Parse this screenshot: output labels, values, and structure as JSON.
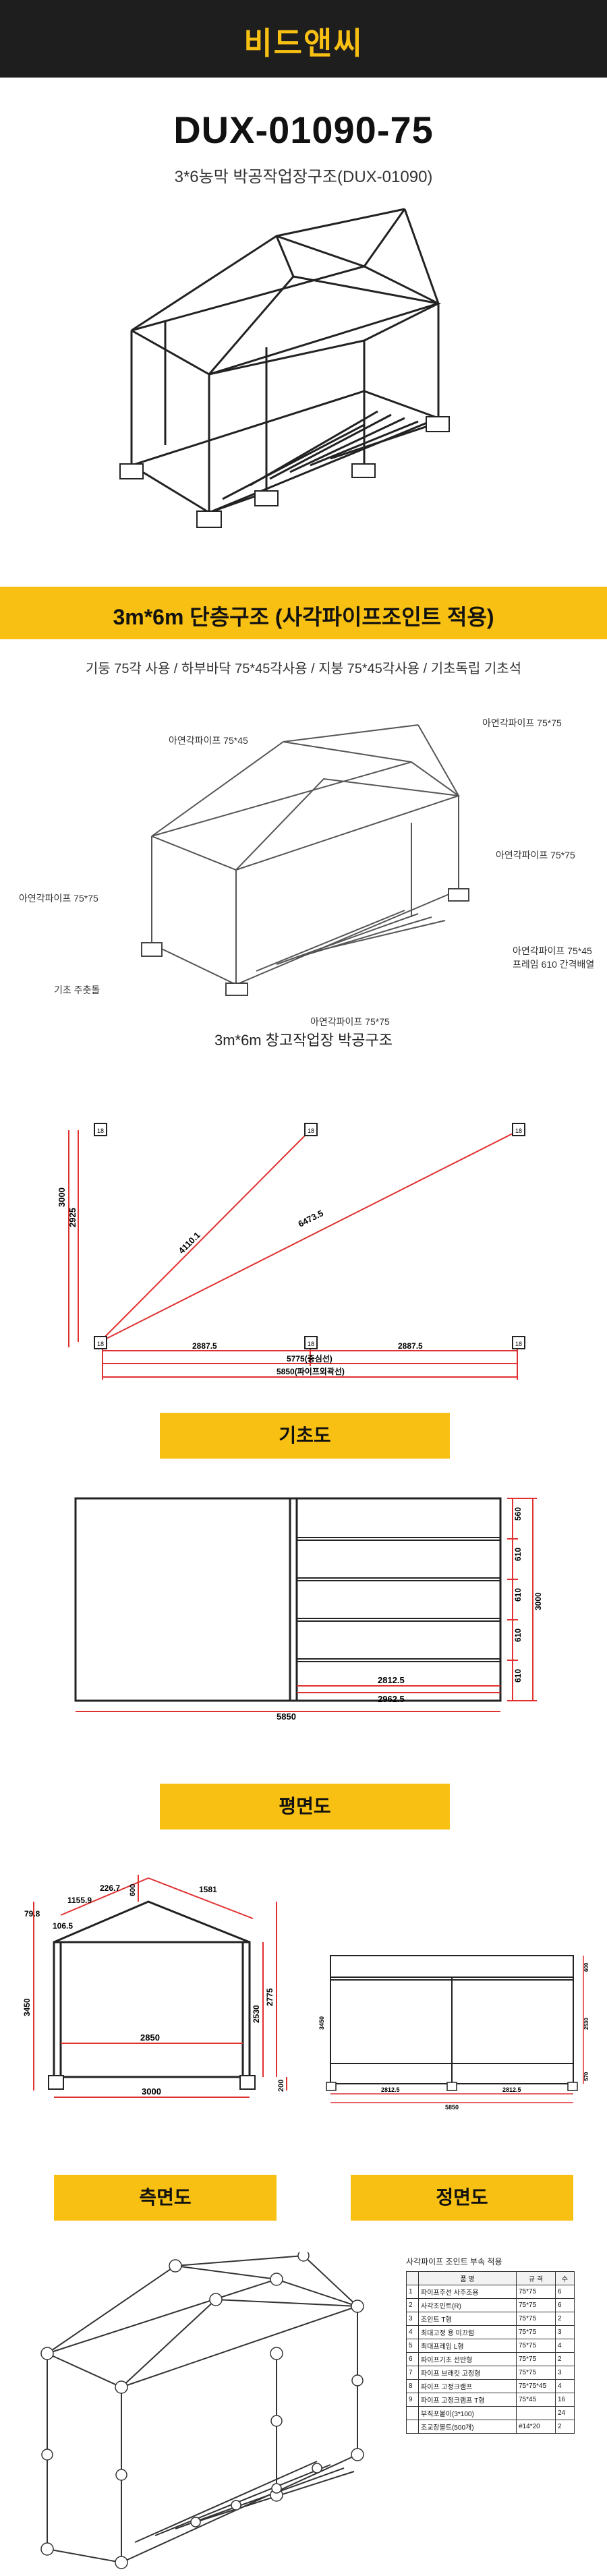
{
  "brand": {
    "logo": "비드앤씨"
  },
  "product": {
    "model": "DUX-01090-75",
    "subtitle": "3*6농막 박공작업장구조(DUX-01090)"
  },
  "banner": {
    "title": "3m*6m 단층구조 (사각파이프조인트 적용)"
  },
  "spec": "기둥 75각 사용 / 하부바닥 75*45각사용 / 지붕 75*45각사용 / 기초독립 기초석",
  "iso_labels": {
    "roof_left": "아연각파이프 75*45",
    "roof_right": "아연각파이프 75*75",
    "side_right": "아연각파이프 75*75",
    "left": "아연각파이프 75*75",
    "floor_1": "아연각파이프 75*45",
    "floor_2": "프레임 610 간격배열",
    "base": "기초 주춧돌",
    "bottom": "아연각파이프 75*75"
  },
  "caption": "3m*6m 창고작업장 박공구조",
  "foundation": {
    "dims": {
      "h1": "3000",
      "h2": "2925",
      "diag1": "4110.1",
      "diag2": "6473.5",
      "w1": "2887.5",
      "w2": "2887.5",
      "w_center": "5775(중심선)",
      "w_outer": "5850(파이프외곽선)"
    },
    "post_label": "18",
    "title": "기초도"
  },
  "plan": {
    "dims": {
      "r1": "560",
      "r2": "610",
      "r3": "610",
      "r4": "610",
      "r5": "610",
      "r_total": "3000",
      "inner": "2812.5",
      "inner2": "2962.5",
      "total": "5850"
    },
    "title": "평면도"
  },
  "side": {
    "dims": {
      "a": "226.7",
      "b": "1155.9",
      "c": "1581",
      "d": "600",
      "e": "79.8",
      "f": "106.5",
      "h": "3450",
      "h2": "2530",
      "h3": "2775",
      "w_in": "2850",
      "w": "3000",
      "base": "200"
    },
    "title": "측면도"
  },
  "front": {
    "dims": {
      "h": "3450",
      "top": "600",
      "mid": "2530",
      "low": "570",
      "w1": "2812.5",
      "w2": "2812.5",
      "w": "5850"
    },
    "title": "정면도"
  },
  "parts": {
    "title": "사각파이프 조인트 부속 적용",
    "headers": [
      "",
      "품  명",
      "규  격",
      "수"
    ],
    "rows": [
      [
        "1",
        "파이프주선 사주조용",
        "75*75",
        "6"
      ],
      [
        "2",
        "사각조인트(R)",
        "75*75",
        "6"
      ],
      [
        "3",
        "조인트 T형",
        "75*75",
        "2"
      ],
      [
        "4",
        "최대고정 용 미끄럼",
        "75*75",
        "3"
      ],
      [
        "5",
        "최대프레임 L형",
        "75*75",
        "4"
      ],
      [
        "6",
        "파이프기초 선반형",
        "75*75",
        "2"
      ],
      [
        "7",
        "파이프 브래킷 고정형",
        "75*75",
        "3"
      ],
      [
        "8",
        "파이프 고정크램프",
        "75*75*45",
        "4"
      ],
      [
        "9",
        "파이프 고정크램프 T형",
        "75*45",
        "16"
      ],
      [
        "",
        "부직포붙이(3*100)",
        "",
        "24"
      ],
      [
        "",
        "조교장볼트(500개)",
        "#14*20",
        "2"
      ]
    ]
  }
}
